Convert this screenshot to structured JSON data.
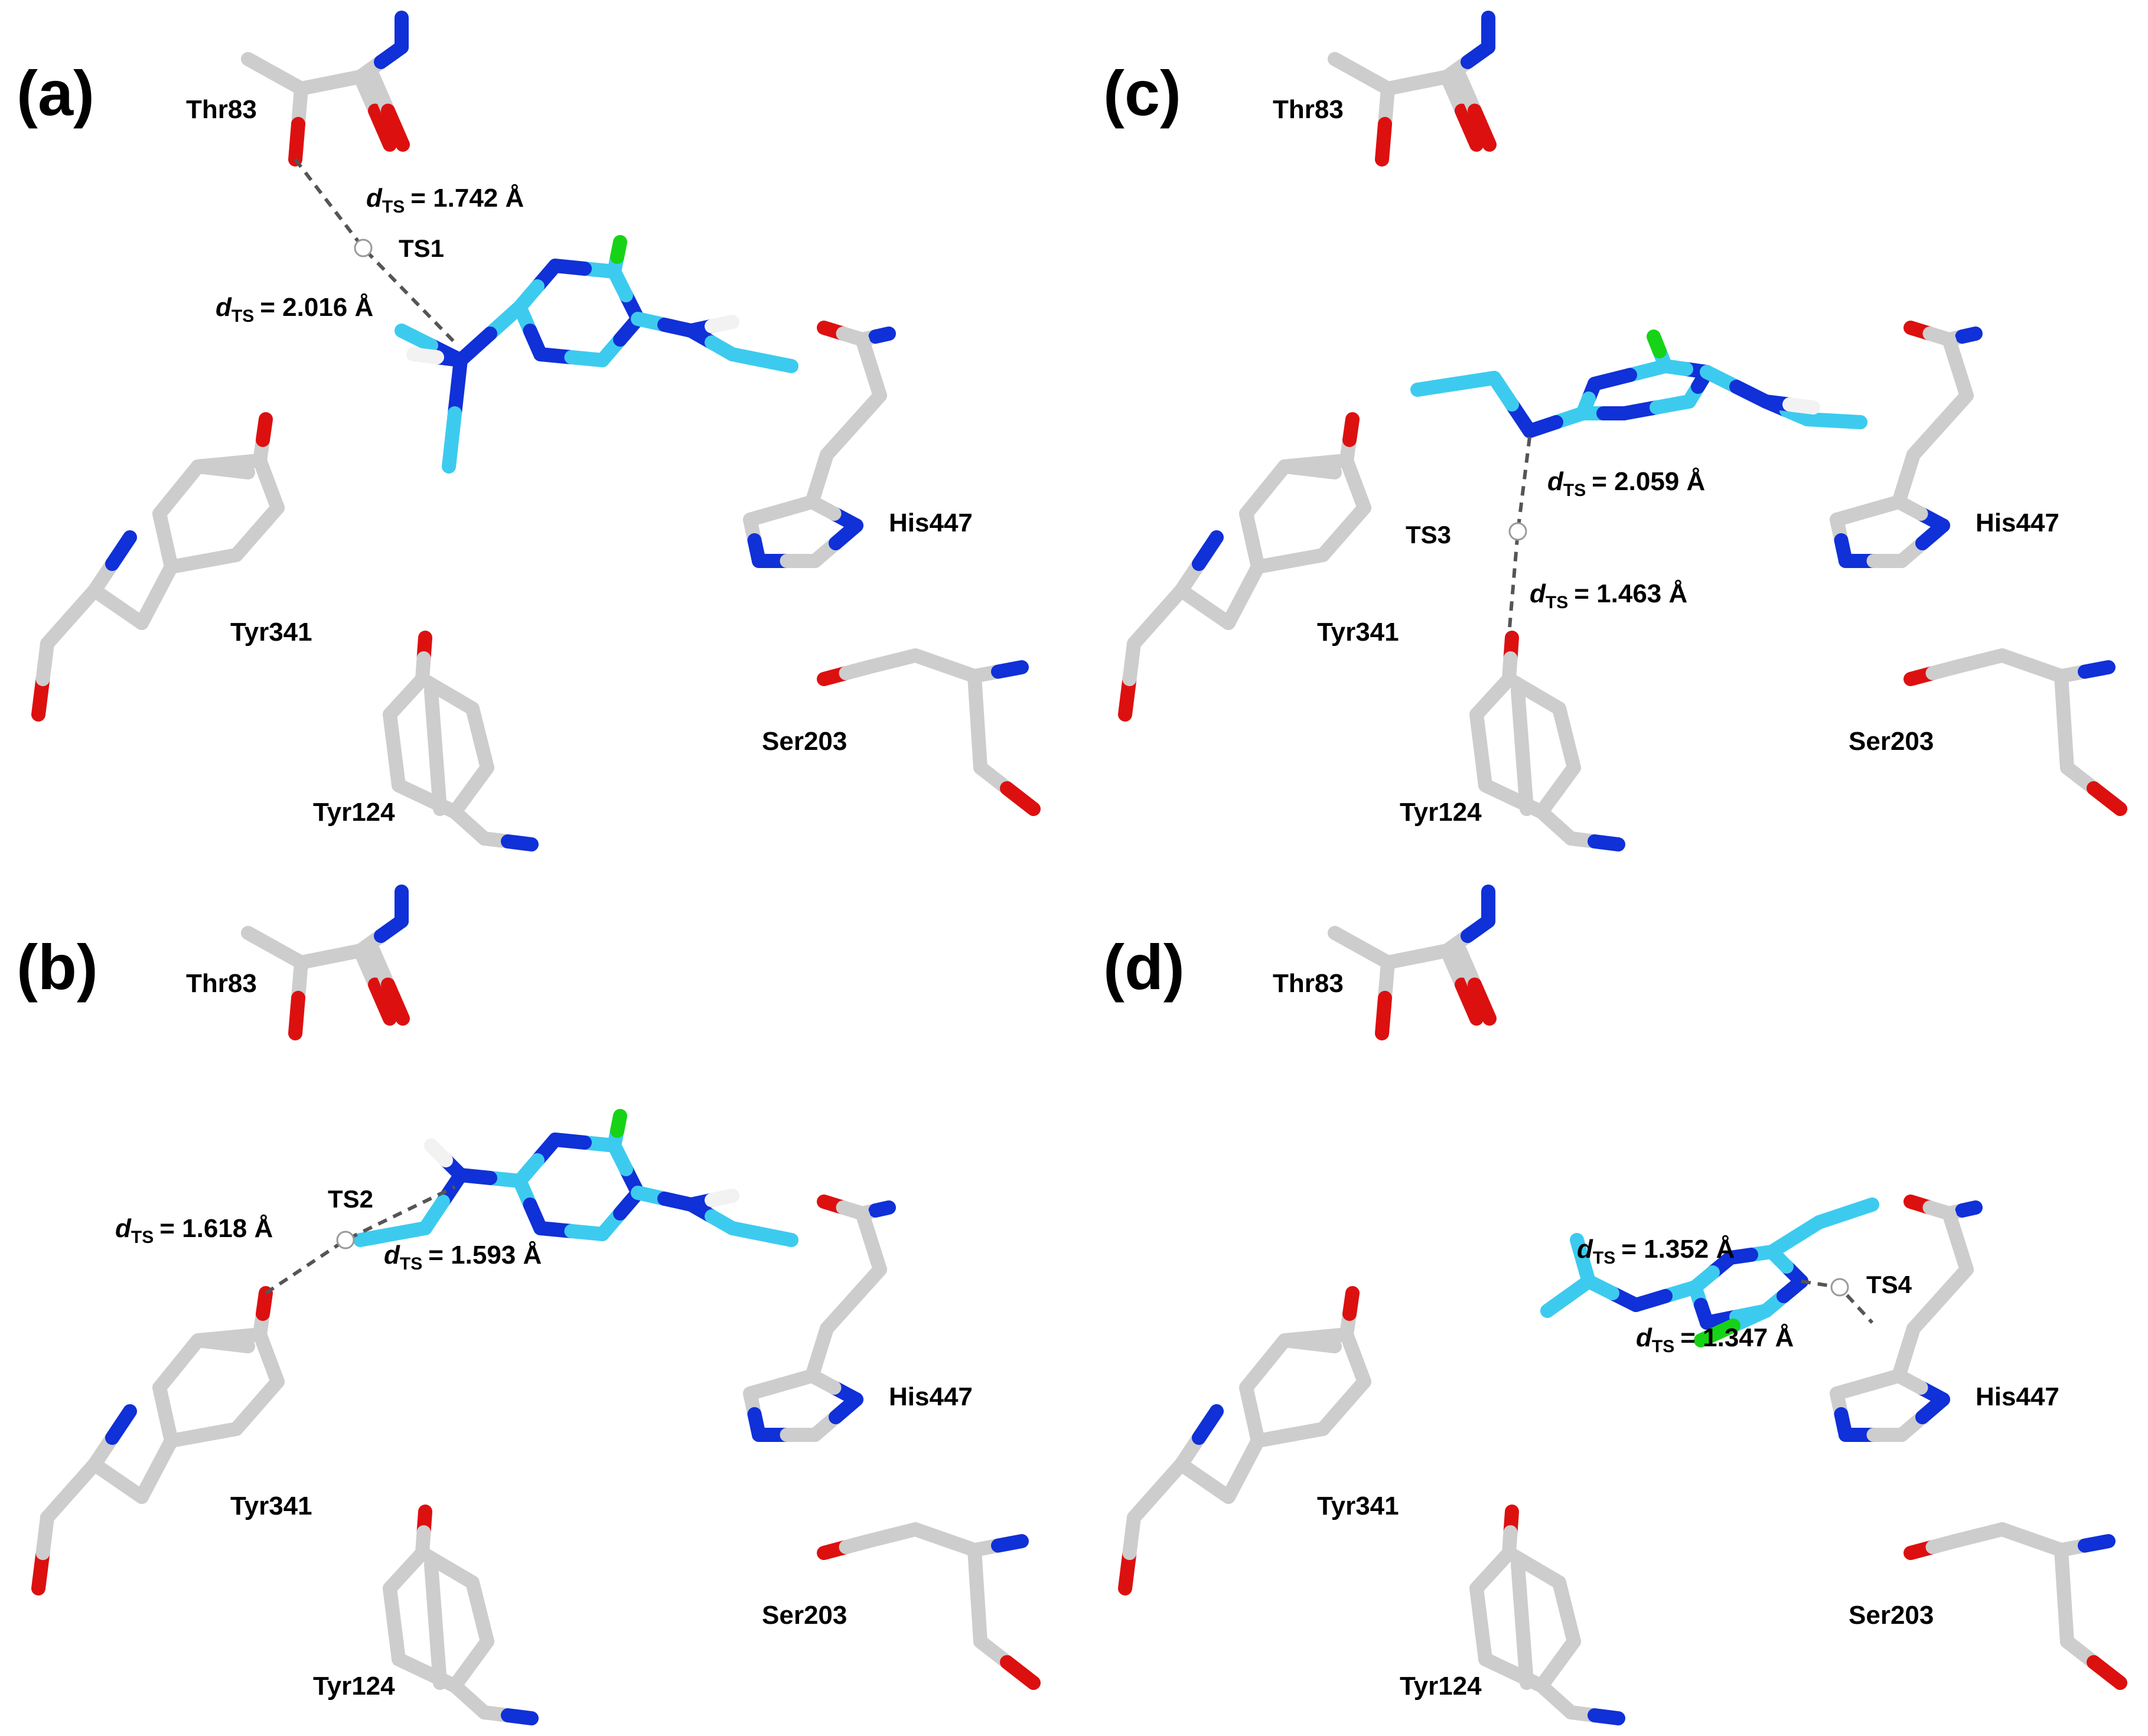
{
  "colors": {
    "carbon_protein": "#cdcdcd",
    "carbon_ligand": "#3ccbef",
    "nitrogen": "#1030d8",
    "oxygen": "#dd1010",
    "chlorine": "#17d317",
    "hydrogen": "#f2f2f2",
    "hbond": "#555555"
  },
  "panels": [
    {
      "label": "(a)",
      "residues": [
        "Thr83",
        "His447",
        "Tyr341",
        "Ser203",
        "Tyr124"
      ],
      "ts": {
        "label": "TS1",
        "d1": {
          "prefix": "d",
          "sub": "TS",
          "value": "= 1.742 Å"
        },
        "d2": {
          "prefix": "d",
          "sub": "TS",
          "value": "= 2.016 Å"
        }
      }
    },
    {
      "label": "(b)",
      "residues": [
        "Thr83",
        "His447",
        "Tyr341",
        "Ser203",
        "Tyr124"
      ],
      "ts": {
        "label": "TS2",
        "d1": {
          "prefix": "d",
          "sub": "TS",
          "value": "= 1.618 Å"
        },
        "d2": {
          "prefix": "d",
          "sub": "TS",
          "value": "= 1.593 Å"
        }
      }
    },
    {
      "label": "(c)",
      "residues": [
        "Thr83",
        "His447",
        "Tyr341",
        "Ser203",
        "Tyr124"
      ],
      "ts": {
        "label": "TS3",
        "d1": {
          "prefix": "d",
          "sub": "TS",
          "value": "= 2.059 Å"
        },
        "d2": {
          "prefix": "d",
          "sub": "TS",
          "value": "= 1.463 Å"
        }
      }
    },
    {
      "label": "(d)",
      "residues": [
        "Thr83",
        "His447",
        "Tyr341",
        "Ser203",
        "Tyr124"
      ],
      "ts": {
        "label": "TS4",
        "d1": {
          "prefix": "d",
          "sub": "TS",
          "value": "= 1.352 Å"
        },
        "d2": {
          "prefix": "d",
          "sub": "TS",
          "value": "= 1.347 Å"
        }
      }
    }
  ]
}
